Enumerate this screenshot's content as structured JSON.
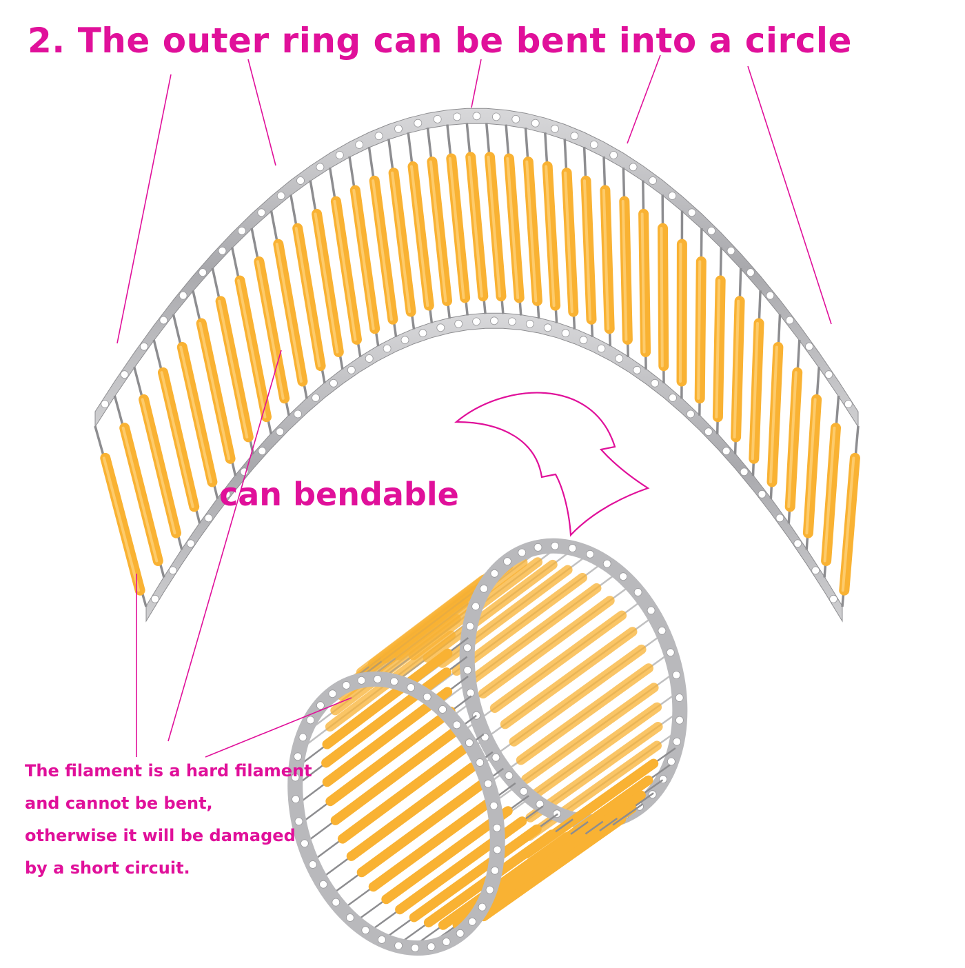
{
  "colors": {
    "accent": "#e0109a",
    "filament": "#f9b233",
    "filament_highlight": "#ffd27a",
    "metal": "#b9b9bc",
    "metal_dark": "#8d8d90",
    "background": "#ffffff"
  },
  "title": "2.  The outer ring can be bent into a circle",
  "bend_label": "can bendable",
  "note_lines": [
    "The filament is a hard filament",
    "and cannot be bent,",
    "otherwise it will be damaged",
    "by a short circuit."
  ]
}
